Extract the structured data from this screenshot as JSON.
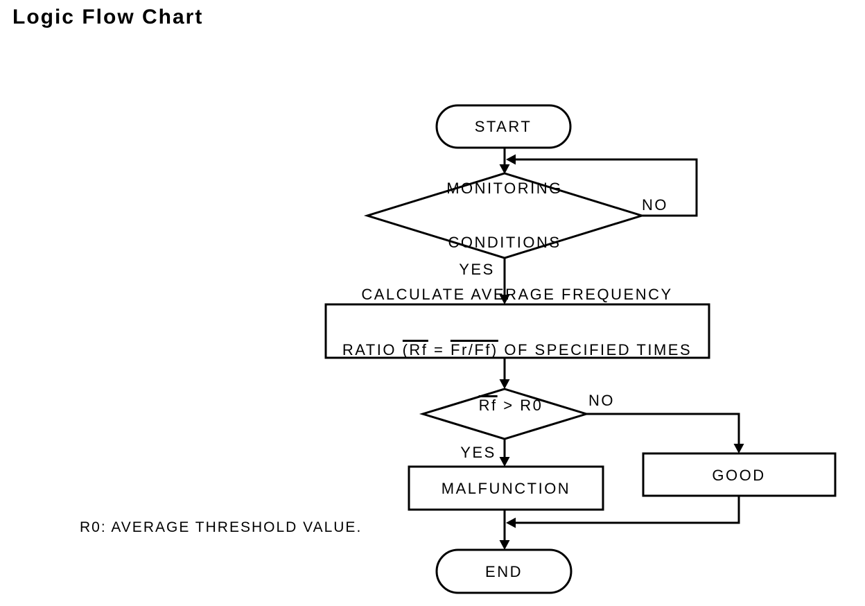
{
  "title": "Logic Flow Chart",
  "note": "R0: AVERAGE THRESHOLD VALUE.",
  "colors": {
    "line": "#000000",
    "background": "#ffffff"
  },
  "nodes": {
    "start": {
      "type": "terminator",
      "label": "START"
    },
    "monitoring": {
      "type": "decision",
      "line1": "MONITORING",
      "line2": "CONDITIONS"
    },
    "calculate": {
      "type": "process",
      "line1": "CALCULATE AVERAGE FREQUENCY",
      "line2_parts": [
        "RATIO ",
        "(Rf",
        " = ",
        "Fr/Ff)",
        " OF SPECIFIED TIMES"
      ],
      "line2_overbar_parts": [
        1,
        3
      ]
    },
    "ratio_check": {
      "type": "decision",
      "parts": [
        "Rf",
        " > R0"
      ],
      "overbar_parts": [
        0
      ]
    },
    "malfunction": {
      "type": "process",
      "label": "MALFUNCTION"
    },
    "good": {
      "type": "process",
      "label": "GOOD"
    },
    "end": {
      "type": "terminator",
      "label": "END"
    }
  },
  "edges": {
    "monitoring_no": "NO",
    "monitoring_yes": "YES",
    "ratio_no": "NO",
    "ratio_yes": "YES"
  }
}
